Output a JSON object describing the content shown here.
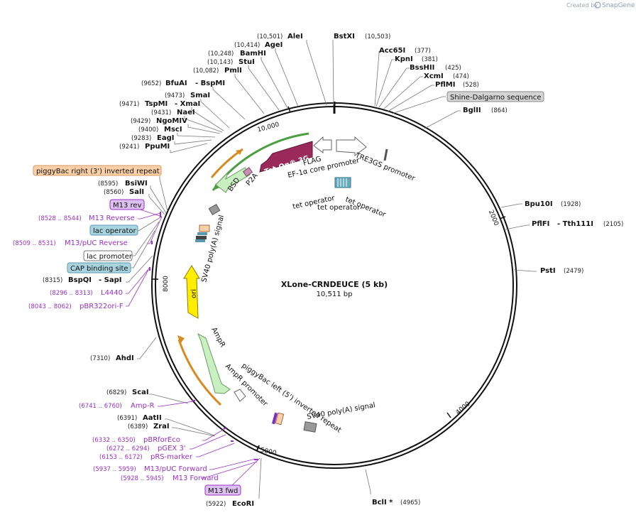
{
  "credit": {
    "prefix": "Created by",
    "brand": "SnapGene"
  },
  "map": {
    "name": "XLone-CRNDEUCE (5 kb)",
    "length_label": "10,511 bp"
  },
  "scale_ticks": [
    "10,000",
    "2000",
    "4000",
    "5000",
    "8000"
  ],
  "sites": [
    {
      "name": "AleI",
      "coord": "(10,501)"
    },
    {
      "name": "BstXI",
      "coord": "(10,503)"
    },
    {
      "name": "AgeI",
      "coord": "(10,414)"
    },
    {
      "name": "BamHI",
      "coord": "(10,248)"
    },
    {
      "name": "StuI",
      "coord": "(10,143)"
    },
    {
      "name": "PmlI",
      "coord": "(10,082)"
    },
    {
      "name": "BfuAI",
      "coord": "(9652)",
      "extra": "- BspMI"
    },
    {
      "name": "SmaI",
      "coord": "(9473)"
    },
    {
      "name": "TspMI",
      "coord": "(9471)",
      "extra": "- XmaI"
    },
    {
      "name": "NaeI",
      "coord": "(9431)"
    },
    {
      "name": "NgoMIV",
      "coord": "(9429)"
    },
    {
      "name": "MscI",
      "coord": "(9400)"
    },
    {
      "name": "EagI",
      "coord": "(9283)"
    },
    {
      "name": "PpuMI",
      "coord": "(9241)"
    },
    {
      "name": "BsiWI",
      "coord": "(8595)"
    },
    {
      "name": "SalI",
      "coord": "(8560)"
    },
    {
      "name": "BspQI",
      "coord": "(8315)",
      "extra": "- SapI"
    },
    {
      "name": "AhdI",
      "coord": "(7310)"
    },
    {
      "name": "ScaI",
      "coord": "(6829)"
    },
    {
      "name": "AatII",
      "coord": "(6391)"
    },
    {
      "name": "ZraI",
      "coord": "(6389)"
    },
    {
      "name": "EcoRI",
      "coord": "(5922)"
    },
    {
      "name": "BclI *",
      "coord": "(4965)"
    },
    {
      "name": "PstI",
      "coord": "(2479)"
    },
    {
      "name": "PflFI",
      "coord": "(2105)",
      "extra": "- Tth111I"
    },
    {
      "name": "Bpu10I",
      "coord": "(1928)"
    },
    {
      "name": "BglII",
      "coord": "(864)"
    },
    {
      "name": "PflMI",
      "coord": "(528)"
    },
    {
      "name": "XcmI",
      "coord": "(474)"
    },
    {
      "name": "BssHII",
      "coord": "(425)"
    },
    {
      "name": "KpnI",
      "coord": "(381)"
    },
    {
      "name": "Acc65I",
      "coord": "(377)"
    }
  ],
  "primers": [
    {
      "coord": "(8528 .. 8544)",
      "name": "M13 Reverse"
    },
    {
      "coord": "(8509 .. 8531)",
      "name": "M13/pUC Reverse"
    },
    {
      "coord": "(8296 .. 8313)",
      "name": "L4440"
    },
    {
      "coord": "(8043 .. 8062)",
      "name": "pBR322ori-F"
    },
    {
      "coord": "(6741 .. 6760)",
      "name": "Amp-R"
    },
    {
      "coord": "(6332 .. 6350)",
      "name": "pBRforEco"
    },
    {
      "coord": "(6272 .. 6294)",
      "name": "pGEX 3'"
    },
    {
      "coord": "(6153 .. 6172)",
      "name": "pRS-marker"
    },
    {
      "coord": "(5937 .. 5959)",
      "name": "M13/pUC Forward"
    },
    {
      "coord": "(5928 .. 5945)",
      "name": "M13 Forward"
    }
  ],
  "boxed_labels": [
    {
      "text": "piggyBac right (3') inverted repeat",
      "fill": "#fbd0a8",
      "stroke": "#d89a60"
    },
    {
      "text": "M13 rev",
      "fill": "#dcc0f0",
      "stroke": "#9b30c8"
    },
    {
      "text": "lac operator",
      "fill": "#a8d4e0",
      "stroke": "#5a9ab0"
    },
    {
      "text": "lac promoter",
      "fill": "#ffffff",
      "stroke": "#777777"
    },
    {
      "text": "CAP binding site",
      "fill": "#a8d4e0",
      "stroke": "#5a9ab0"
    },
    {
      "text": "Shine-Dalgarno sequence",
      "fill": "#d4d4d4",
      "stroke": "#888888"
    },
    {
      "text": "M13 fwd",
      "fill": "#dcc0f0",
      "stroke": "#9b30c8"
    }
  ],
  "features": [
    {
      "label": "Tet-On® 3G",
      "color": "#9a2a5a"
    },
    {
      "label": "TRE3GS promoter",
      "color": "#ffffff"
    },
    {
      "label": "FLAG",
      "color": "#ffffff"
    },
    {
      "label": "EF-1α core promoter",
      "color": "#ffffff"
    },
    {
      "label": "BSD",
      "color": "#c8f0c0"
    },
    {
      "label": "P2A",
      "color": "#c890b0"
    },
    {
      "label": "tet operator",
      "color": "#66aabb"
    },
    {
      "label": "tet operator",
      "color": "#66aabb"
    },
    {
      "label": "tet operator",
      "color": "#66aabb"
    },
    {
      "label": "SV40 poly(A) signal",
      "color": "#999999"
    },
    {
      "label": "ori",
      "color": "#ffee00"
    },
    {
      "label": "AmpR",
      "color": "#c8f0c0"
    },
    {
      "label": "AmpR promoter",
      "color": "#ffffff"
    },
    {
      "label": "piggyBac left (5') inverted repeat",
      "color": "#fbd0a8"
    },
    {
      "label": "SV40 poly(A) signal",
      "color": "#999999"
    }
  ]
}
